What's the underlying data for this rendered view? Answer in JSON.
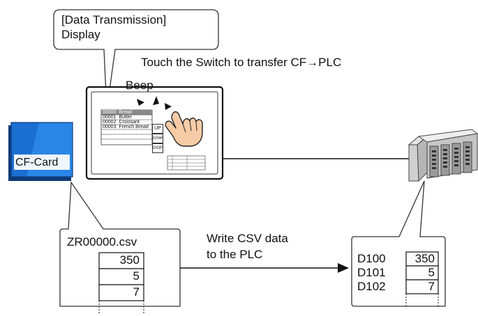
{
  "callout": {
    "line1": "[Data Transmission]",
    "line2": "Display"
  },
  "touch_caption": "Touch the Switch to transfer CF→PLC",
  "beep_label": "Beep",
  "panel": {
    "rows": [
      {
        "id": "00000",
        "name": "Bread"
      },
      {
        "id": "00001",
        "name": "Butter"
      },
      {
        "id": "00002",
        "name": "Croissant"
      },
      {
        "id": "00003",
        "name": "French Bread"
      }
    ],
    "up_label": "UP",
    "down_label": "DOWN",
    "disp_label": "DISP"
  },
  "cf_card_label": "CF-Card",
  "file": {
    "name": "ZR00000.csv",
    "values": [
      "350",
      "5",
      "7"
    ]
  },
  "write_caption": {
    "line1": "Write CSV data",
    "line2": "to the PLC"
  },
  "plc": {
    "registers": [
      {
        "name": "D100",
        "value": "350"
      },
      {
        "name": "D101",
        "value": "5"
      },
      {
        "name": "D102",
        "value": "7"
      }
    ]
  },
  "colors": {
    "cf_blue": "#1a6fd1",
    "cf_dark": "#0e3a78",
    "highlight_row": "#8a8a8a",
    "accent_line": "#111111"
  }
}
